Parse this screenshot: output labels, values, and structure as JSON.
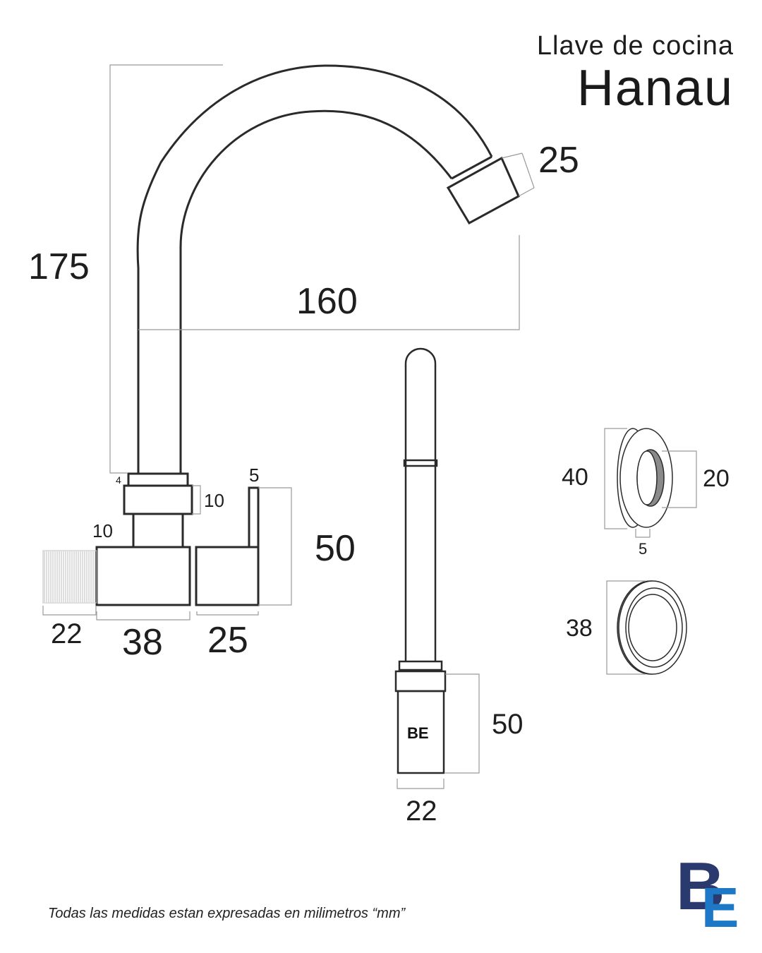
{
  "header": {
    "subtitle": "Llave de cocina",
    "title": "Hanau"
  },
  "dimensions": {
    "spout_height": "175",
    "spout_reach": "160",
    "aerator": "25",
    "collar_4": "4",
    "nut_10": "10",
    "neck_10": "10",
    "handle_5": "5",
    "body_height": "50",
    "thread_22": "22",
    "body_38": "38",
    "handle_25": "25",
    "front_height": "50",
    "front_width": "22",
    "escutcheon_40": "40",
    "escutcheon_20": "20",
    "escutcheon_5": "5",
    "ring_38": "38"
  },
  "footnote": "Todas las medidas estan expresadas en milimetros “mm”",
  "brand": {
    "letter_b": "B",
    "letter_e": "E",
    "mini_logo": "BE"
  },
  "colors": {
    "line": "#2a2a2a",
    "dim_line": "#9a9a9a",
    "brand_blue_dark": "#2b3a6e",
    "brand_blue_light": "#1e78c8",
    "gray_fill": "#8a8a8a"
  }
}
